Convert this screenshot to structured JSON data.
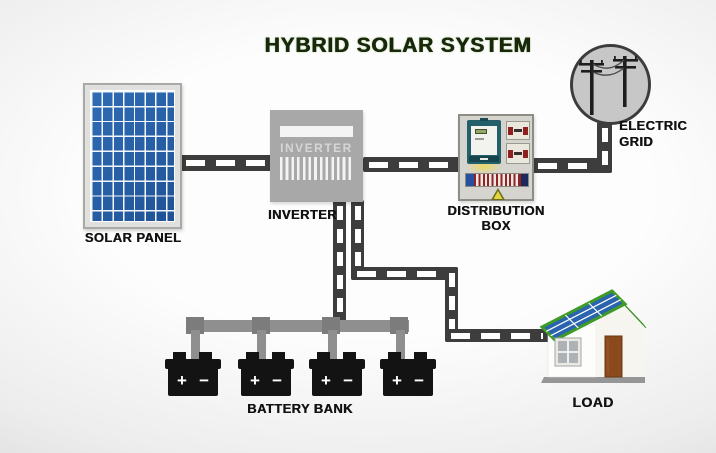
{
  "title": "HYBRID SOLAR SYSTEM",
  "components": {
    "solar_panel": {
      "label": "SOLAR PANEL"
    },
    "inverter": {
      "device_text": "INVERTER",
      "label": "INVERTER"
    },
    "distribution_box": {
      "label_line1": "DISTRIBUTION",
      "label_line2": "BOX"
    },
    "electric_grid": {
      "label_line1": "ELECTRIC",
      "label_line2": "GRID"
    },
    "battery_bank": {
      "label": "BATTERY BANK",
      "batteries": [
        {
          "plus": "+",
          "minus": "−"
        },
        {
          "plus": "+",
          "minus": "−"
        },
        {
          "plus": "+",
          "minus": "−"
        },
        {
          "plus": "+",
          "minus": "−"
        }
      ]
    },
    "load": {
      "label": "LOAD"
    }
  },
  "colors": {
    "title_green": "#18280a",
    "wire_dark": "#3d3d3d",
    "panel_blue": "#275fa6",
    "inverter_gray": "#a8a8a8",
    "meter_teal": "#23606a",
    "bus_gray": "#8f8f8f",
    "battery_black": "#131313",
    "roof_green": "#49a32e",
    "door_brown": "#8a4a1e"
  }
}
